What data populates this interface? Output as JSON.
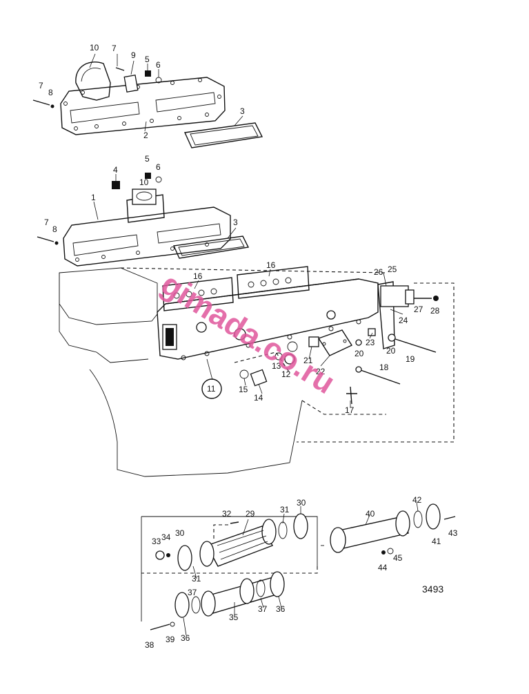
{
  "diagram_code": "3493",
  "watermark": "gimada.co.ru",
  "colors": {
    "line": "#111111",
    "watermark": "#e0569c",
    "background": "#ffffff"
  },
  "callouts": [
    {
      "id": "c10a",
      "label": "10"
    },
    {
      "id": "c7a",
      "label": "7"
    },
    {
      "id": "c9",
      "label": "9"
    },
    {
      "id": "c5a",
      "label": "5"
    },
    {
      "id": "c6a",
      "label": "6"
    },
    {
      "id": "c7b",
      "label": "7"
    },
    {
      "id": "c8a",
      "label": "8"
    },
    {
      "id": "c2",
      "label": "2"
    },
    {
      "id": "c3a",
      "label": "3"
    },
    {
      "id": "c4",
      "label": "4"
    },
    {
      "id": "c5b",
      "label": "5"
    },
    {
      "id": "c6b",
      "label": "6"
    },
    {
      "id": "c10b",
      "label": "10"
    },
    {
      "id": "c1",
      "label": "1"
    },
    {
      "id": "c7c",
      "label": "7"
    },
    {
      "id": "c8b",
      "label": "8"
    },
    {
      "id": "c3b",
      "label": "3"
    },
    {
      "id": "c16a",
      "label": "16"
    },
    {
      "id": "c16b",
      "label": "16"
    },
    {
      "id": "c26",
      "label": "26"
    },
    {
      "id": "c25",
      "label": "25"
    },
    {
      "id": "c27",
      "label": "27"
    },
    {
      "id": "c28",
      "label": "28"
    },
    {
      "id": "c24",
      "label": "24"
    },
    {
      "id": "c23",
      "label": "23"
    },
    {
      "id": "c20a",
      "label": "20"
    },
    {
      "id": "c19",
      "label": "19"
    },
    {
      "id": "c20b",
      "label": "20"
    },
    {
      "id": "c18",
      "label": "18"
    },
    {
      "id": "c22",
      "label": "22"
    },
    {
      "id": "c21",
      "label": "21"
    },
    {
      "id": "c13",
      "label": "13"
    },
    {
      "id": "c12",
      "label": "12"
    },
    {
      "id": "c11",
      "label": "11"
    },
    {
      "id": "c15",
      "label": "15"
    },
    {
      "id": "c14",
      "label": "14"
    },
    {
      "id": "c17",
      "label": "17"
    },
    {
      "id": "c32",
      "label": "32"
    },
    {
      "id": "c29",
      "label": "29"
    },
    {
      "id": "c31a",
      "label": "31"
    },
    {
      "id": "c30a",
      "label": "30"
    },
    {
      "id": "c40",
      "label": "40"
    },
    {
      "id": "c42",
      "label": "42"
    },
    {
      "id": "c33",
      "label": "33"
    },
    {
      "id": "c34",
      "label": "34"
    },
    {
      "id": "c30b",
      "label": "30"
    },
    {
      "id": "c41",
      "label": "41"
    },
    {
      "id": "c43",
      "label": "43"
    },
    {
      "id": "c31b",
      "label": "31"
    },
    {
      "id": "c45",
      "label": "45"
    },
    {
      "id": "c44",
      "label": "44"
    },
    {
      "id": "c37a",
      "label": "37"
    },
    {
      "id": "c35",
      "label": "35"
    },
    {
      "id": "c37b",
      "label": "37"
    },
    {
      "id": "c36a",
      "label": "36"
    },
    {
      "id": "c38",
      "label": "38"
    },
    {
      "id": "c39",
      "label": "39"
    },
    {
      "id": "c36b",
      "label": "36"
    }
  ]
}
